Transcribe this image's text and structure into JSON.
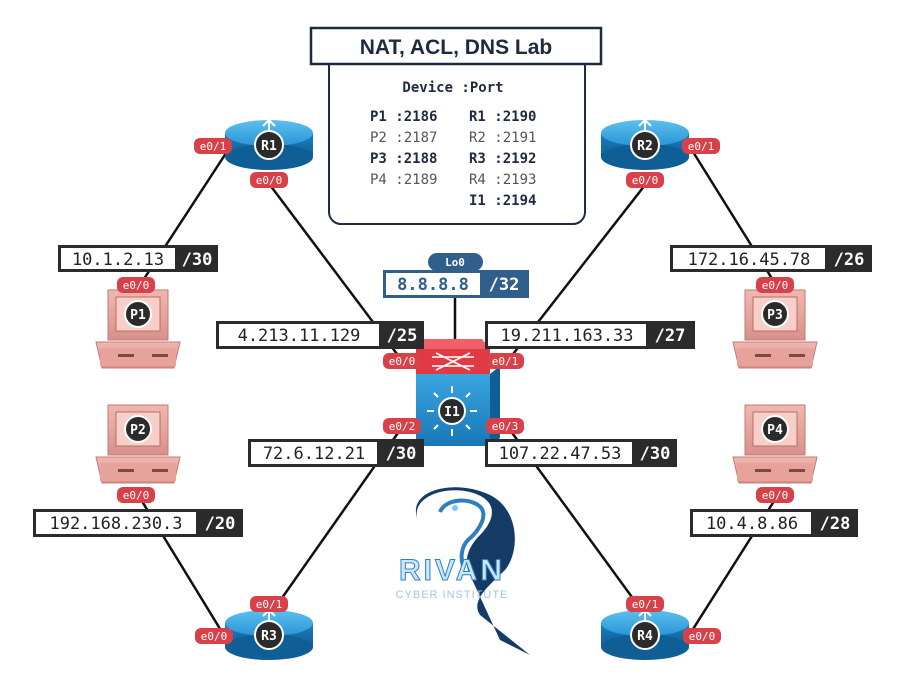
{
  "title": "NAT, ACL, DNS Lab",
  "port_table": {
    "header": "Device :Port",
    "rows": [
      {
        "left": "P1 :2186",
        "right": "R1 :2190",
        "dark": true
      },
      {
        "left": "P2 :2187",
        "right": "R2 :2191",
        "dark": false
      },
      {
        "left": "P3 :2188",
        "right": "R3 :2192",
        "dark": true
      },
      {
        "left": "P4 :2189",
        "right": "R4 :2193",
        "dark": false
      },
      {
        "left": "",
        "right": "I1 :2194",
        "dark": true
      }
    ]
  },
  "routers": {
    "r1": {
      "label": "R1",
      "port_a": "e0/1",
      "port_b": "e0/0"
    },
    "r2": {
      "label": "R2",
      "port_a": "e0/1",
      "port_b": "e0/0"
    },
    "r3": {
      "label": "R3",
      "port_a": "e0/1",
      "port_b": "e0/0"
    },
    "r4": {
      "label": "R4",
      "port_a": "e0/1",
      "port_b": "e0/0"
    }
  },
  "pcs": {
    "p1": {
      "label": "P1",
      "port": "e0/0"
    },
    "p2": {
      "label": "P2",
      "port": "e0/0"
    },
    "p3": {
      "label": "P3",
      "port": "e0/0"
    },
    "p4": {
      "label": "P4",
      "port": "e0/0"
    }
  },
  "internet": {
    "label": "I1",
    "ports": {
      "e00": "e0/0",
      "e01": "e0/1",
      "e02": "e0/2",
      "e03": "e0/3"
    },
    "loopback": {
      "name": "Lo0",
      "ip": "8.8.8.8",
      "mask": "/32"
    }
  },
  "links": {
    "r1_p1": {
      "ip": "10.1.2.13",
      "mask": "/30"
    },
    "r1_i1": {
      "ip": "4.213.11.129",
      "mask": "/25"
    },
    "r2_p3": {
      "ip": "172.16.45.78",
      "mask": "/26"
    },
    "r2_i1": {
      "ip": "19.211.163.33",
      "mask": "/27"
    },
    "r3_i1": {
      "ip": "72.6.12.21",
      "mask": "/30"
    },
    "r3_p2": {
      "ip": "192.168.230.3",
      "mask": "/20"
    },
    "r4_i1": {
      "ip": "107.22.47.53",
      "mask": "/30"
    },
    "r4_p4": {
      "ip": "10.4.8.86",
      "mask": "/28"
    }
  },
  "logo": {
    "name": "RIVAN",
    "tagline": "CYBER INSTITUTE"
  },
  "colors": {
    "router_blue": "#1f8fd0",
    "port_red": "#d8404a",
    "pc_pink": "#e8a59e",
    "label_dark": "#2b2b2b",
    "loopback_blue": "#2f5f8a",
    "switch_red": "#e03a44"
  }
}
